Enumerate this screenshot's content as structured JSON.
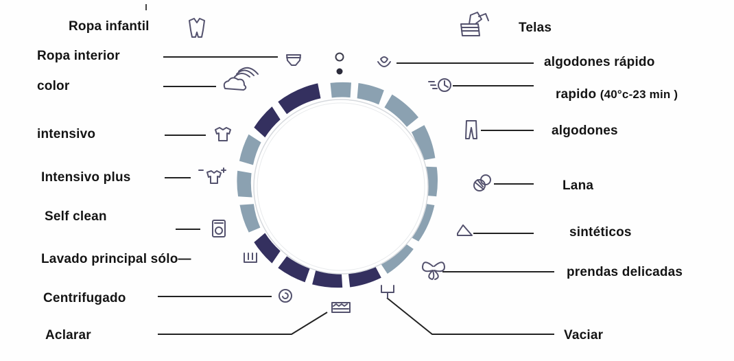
{
  "diagram": {
    "labels": {
      "ropa_infantil": "Ropa infantil",
      "telas": "Telas",
      "ropa_interior": "Ropa interior",
      "algodones_rapido": "algodones rápido",
      "color": "color",
      "rapido_main": "rapido",
      "rapido_detail": "(40°c-23 min )",
      "intensivo": "intensivo",
      "algodones": "algodones",
      "intensivo_plus": "Intensivo plus",
      "lana": "Lana",
      "self_clean": "Self clean",
      "sinteticos": "sintéticos",
      "lavado_principal": "Lavado principal sólo—",
      "prendas_delicadas": "prendas delicadas",
      "centrifugado": "Centrifugado",
      "aclarar": "Aclarar",
      "vaciar": "Vaciar"
    },
    "colors": {
      "dark_segment": "#34305f",
      "light_segment": "#8ba1b1",
      "icon": "#53516d",
      "line": "#222222",
      "text": "#141414"
    }
  }
}
